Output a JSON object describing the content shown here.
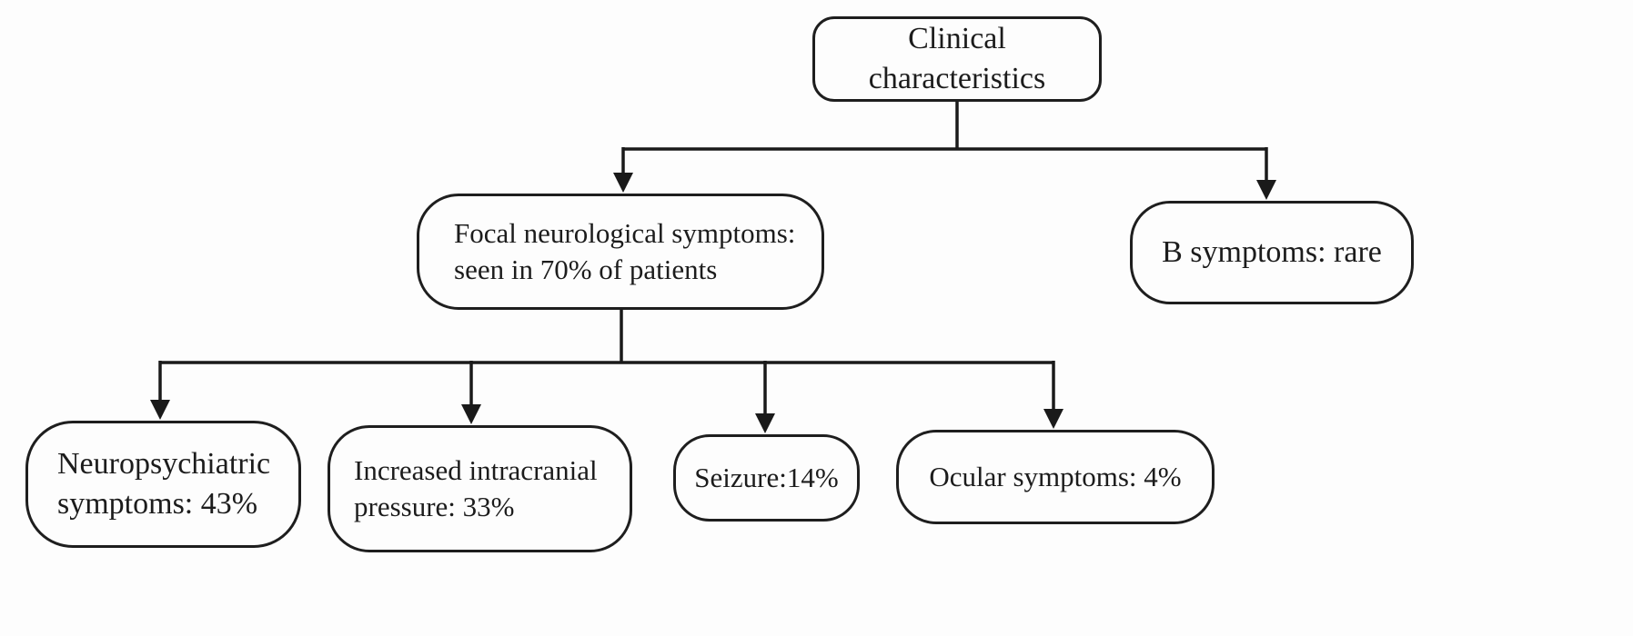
{
  "diagram": {
    "title": "Clinical characteristics flowchart",
    "colors": {
      "border": "#1e1e1e",
      "text": "#1c1c1c",
      "background": "#fdfdfd",
      "line": "#1a1a1a"
    },
    "nodes": {
      "root": {
        "id": "clinical-characteristics",
        "lines": [
          "Clinical",
          "characteristics"
        ]
      },
      "focal": {
        "id": "focal-neurological-symptoms",
        "lines": [
          "Focal neurological symptoms:",
          "seen in 70% of patients"
        ]
      },
      "b_symptoms": {
        "id": "b-symptoms",
        "lines": [
          "B symptoms: rare"
        ]
      },
      "neuropsychiatric": {
        "id": "neuropsychiatric-symptoms",
        "lines": [
          "Neuropsychiatric",
          "symptoms: 43%"
        ]
      },
      "intracranial": {
        "id": "increased-intracranial-pressure",
        "lines": [
          "Increased intracranial",
          "pressure: 33%"
        ]
      },
      "seizure": {
        "id": "seizure",
        "lines": [
          "Seizure:14%"
        ]
      },
      "ocular": {
        "id": "ocular-symptoms",
        "lines": [
          "Ocular symptoms: 4%"
        ]
      }
    },
    "edges": [
      {
        "from": "clinical-characteristics",
        "to": "focal-neurological-symptoms"
      },
      {
        "from": "clinical-characteristics",
        "to": "b-symptoms"
      },
      {
        "from": "focal-neurological-symptoms",
        "to": "neuropsychiatric-symptoms"
      },
      {
        "from": "focal-neurological-symptoms",
        "to": "increased-intracranial-pressure"
      },
      {
        "from": "focal-neurological-symptoms",
        "to": "seizure"
      },
      {
        "from": "focal-neurological-symptoms",
        "to": "ocular-symptoms"
      }
    ]
  }
}
